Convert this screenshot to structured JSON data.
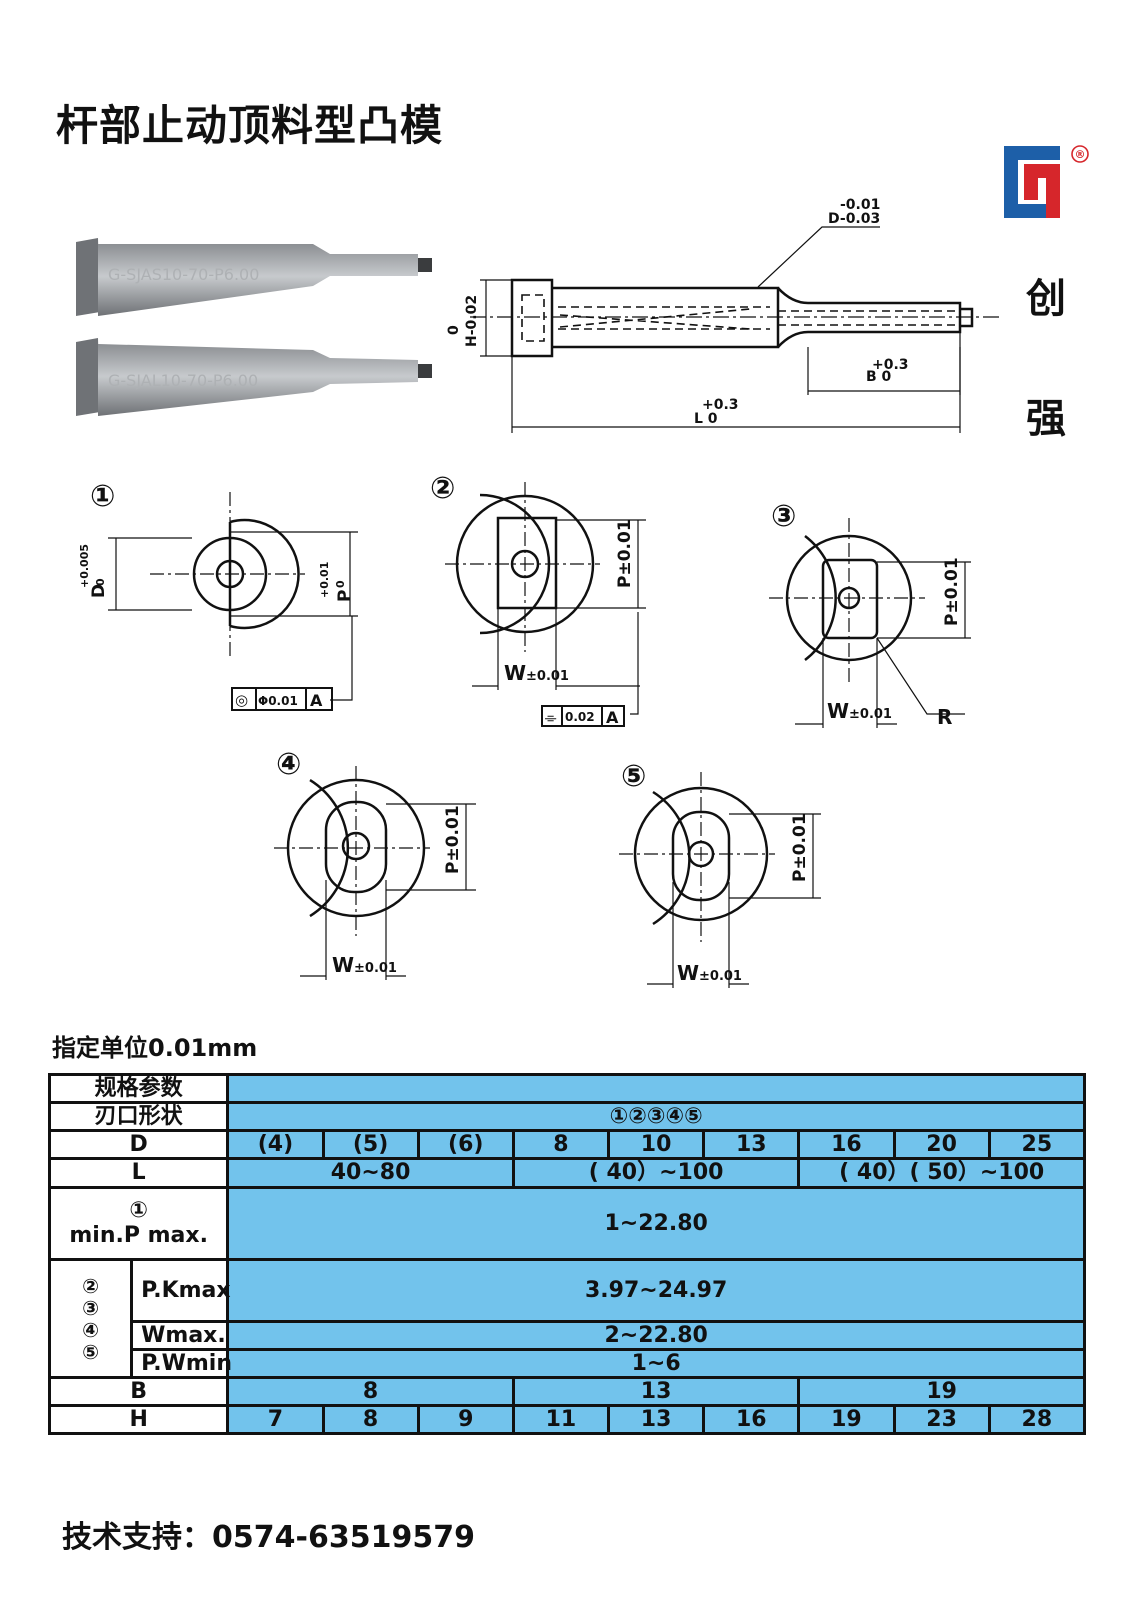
{
  "title": "杆部止动顶料型凸模",
  "brand": {
    "line1": "创",
    "line2": "强",
    "logo_icon": "cq-logo-icon",
    "registered": "®"
  },
  "photo": {
    "part1_marking": "G-SJAS10-70-P6.00",
    "part2_marking": "G-SJAL10-70-P6.00"
  },
  "drawing": {
    "dim_D_upper": "-0.01",
    "dim_D_label": "D-0.03",
    "dim_H_upper": "0",
    "dim_H_label": "H-0.02",
    "dim_B_upper": "+0.3",
    "dim_B_label": "B 0",
    "dim_L_upper": "+0.3",
    "dim_L_label": "L  0"
  },
  "shapes": {
    "s1": {
      "num": "①",
      "D_label": "D",
      "D_tol_up": "+0.005",
      "D_tol_low": "0",
      "P_label": "P",
      "P_tol_up": "+0.01",
      "P_tol_low": "0",
      "tol_symbol": "◎",
      "tol_value": "Φ0.01",
      "tol_datum": "A"
    },
    "s2": {
      "num": "②",
      "P_label": "P±0.01",
      "W_label": "W",
      "W_tol": "±0.01",
      "tol_symbol": "⌯",
      "tol_value": "0.02",
      "tol_datum": "A"
    },
    "s3": {
      "num": "③",
      "P_label": "P±0.01",
      "W_label": "W",
      "W_tol": "±0.01",
      "R_label": "R"
    },
    "s4": {
      "num": "④",
      "P_label": "P±0.01",
      "W_label": "W",
      "W_tol": "±0.01"
    },
    "s5": {
      "num": "⑤",
      "P_label": "P±0.01",
      "W_label": "W",
      "W_tol": "±0.01"
    }
  },
  "unit_note": "指定单位0.01mm",
  "table": {
    "spec_header": "规格参数",
    "shape_label": "刃口形状",
    "shape_value": "①②③④⑤",
    "D_label": "D",
    "D_values": [
      "(4)",
      "(5)",
      "(6)",
      "8",
      "10",
      "13",
      "16",
      "20",
      "25"
    ],
    "L_label": "L",
    "L_values": [
      "40~80",
      "( 40）~100",
      "( 40）( 50）~100"
    ],
    "P_label_num": "①",
    "P_label": "min.P max.",
    "P_value": "1~22.80",
    "group_nums": [
      "②",
      "③",
      "④",
      "⑤"
    ],
    "PK_label": "P.Kmax",
    "PK_value": "3.97~24.97",
    "W_label": "Wmax.",
    "W_value": "2~22.80",
    "PW_label": "P.Wmin",
    "PW_value": "1~6",
    "B_label": "B",
    "B_values": [
      "8",
      "13",
      "19"
    ],
    "H_label": "H",
    "H_values": [
      "7",
      "8",
      "9",
      "11",
      "13",
      "16",
      "19",
      "23",
      "28"
    ]
  },
  "support": "技术支持：0574-63519579",
  "colors": {
    "table_fill": "#72c3ec",
    "logo_blue": "#1d5fa8",
    "logo_red": "#d6262b"
  }
}
